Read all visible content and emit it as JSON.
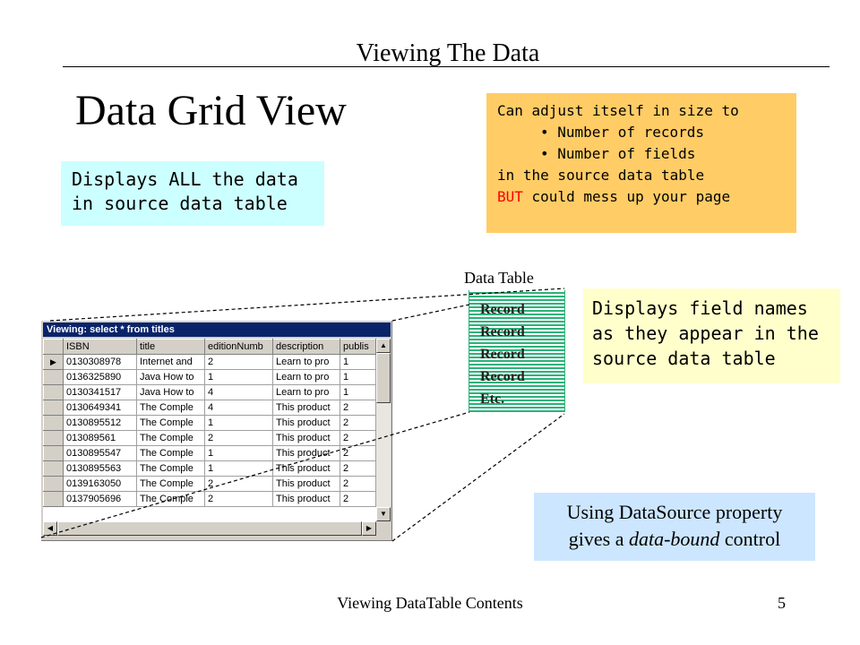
{
  "slide": {
    "title": "Viewing The Data",
    "heading": "Data Grid View",
    "footer": "Viewing DataTable Contents",
    "page_number": "5"
  },
  "box_displays": {
    "line1": "Displays ALL the data",
    "line2": "in source data table"
  },
  "box_adjust": {
    "line1": "Can adjust itself in size to",
    "bullet1": "Number of records",
    "bullet2": "Number of fields",
    "line4": "in the source data table",
    "line5_red": "BUT",
    "line5_rest": " could mess up your page"
  },
  "box_fields": {
    "line1": "Displays field names",
    "line2": "as they appear in the",
    "line3": "source data table"
  },
  "box_datasource": {
    "line1": "Using DataSource property",
    "line2_pre": "gives a ",
    "line2_em": "data-bound",
    "line2_post": " control"
  },
  "data_table": {
    "label": "Data Table",
    "records": [
      "Record",
      "Record",
      "Record",
      "Record",
      "Etc."
    ]
  },
  "grid": {
    "window_title": "Viewing: select * from titles",
    "columns": [
      "ISBN",
      "title",
      "editionNumb",
      "description",
      "publis"
    ],
    "rows": [
      [
        "0130308978",
        "Internet and",
        "2",
        "Learn to pro",
        "1"
      ],
      [
        "0136325890",
        "Java How to",
        "1",
        "Learn to pro",
        "1"
      ],
      [
        "0130341517",
        "Java How to",
        "4",
        "Learn to pro",
        "1"
      ],
      [
        "0130649341",
        "The Comple",
        "4",
        "This product",
        "2"
      ],
      [
        "0130895512",
        "The Comple",
        "1",
        "This product",
        "2"
      ],
      [
        "013089561",
        "The Comple",
        "2",
        "This product",
        "2"
      ],
      [
        "0130895547",
        "The Comple",
        "1",
        "This product",
        "2"
      ],
      [
        "0130895563",
        "The Comple",
        "1",
        "This product",
        "2"
      ],
      [
        "0139163050",
        "The Comple",
        "2",
        "This product",
        "2"
      ],
      [
        "0137905696",
        "The Comple",
        "2",
        "This product",
        "2"
      ]
    ]
  },
  "colors": {
    "box_displays": "#ccffff",
    "box_adjust": "#ffcc66",
    "box_fields": "#ffffcc",
    "box_datasource": "#cce6ff",
    "data_table_stripe": "#2eb27a",
    "grid_titlebar": "#0a246a",
    "emphasis_red": "#ff0000"
  }
}
